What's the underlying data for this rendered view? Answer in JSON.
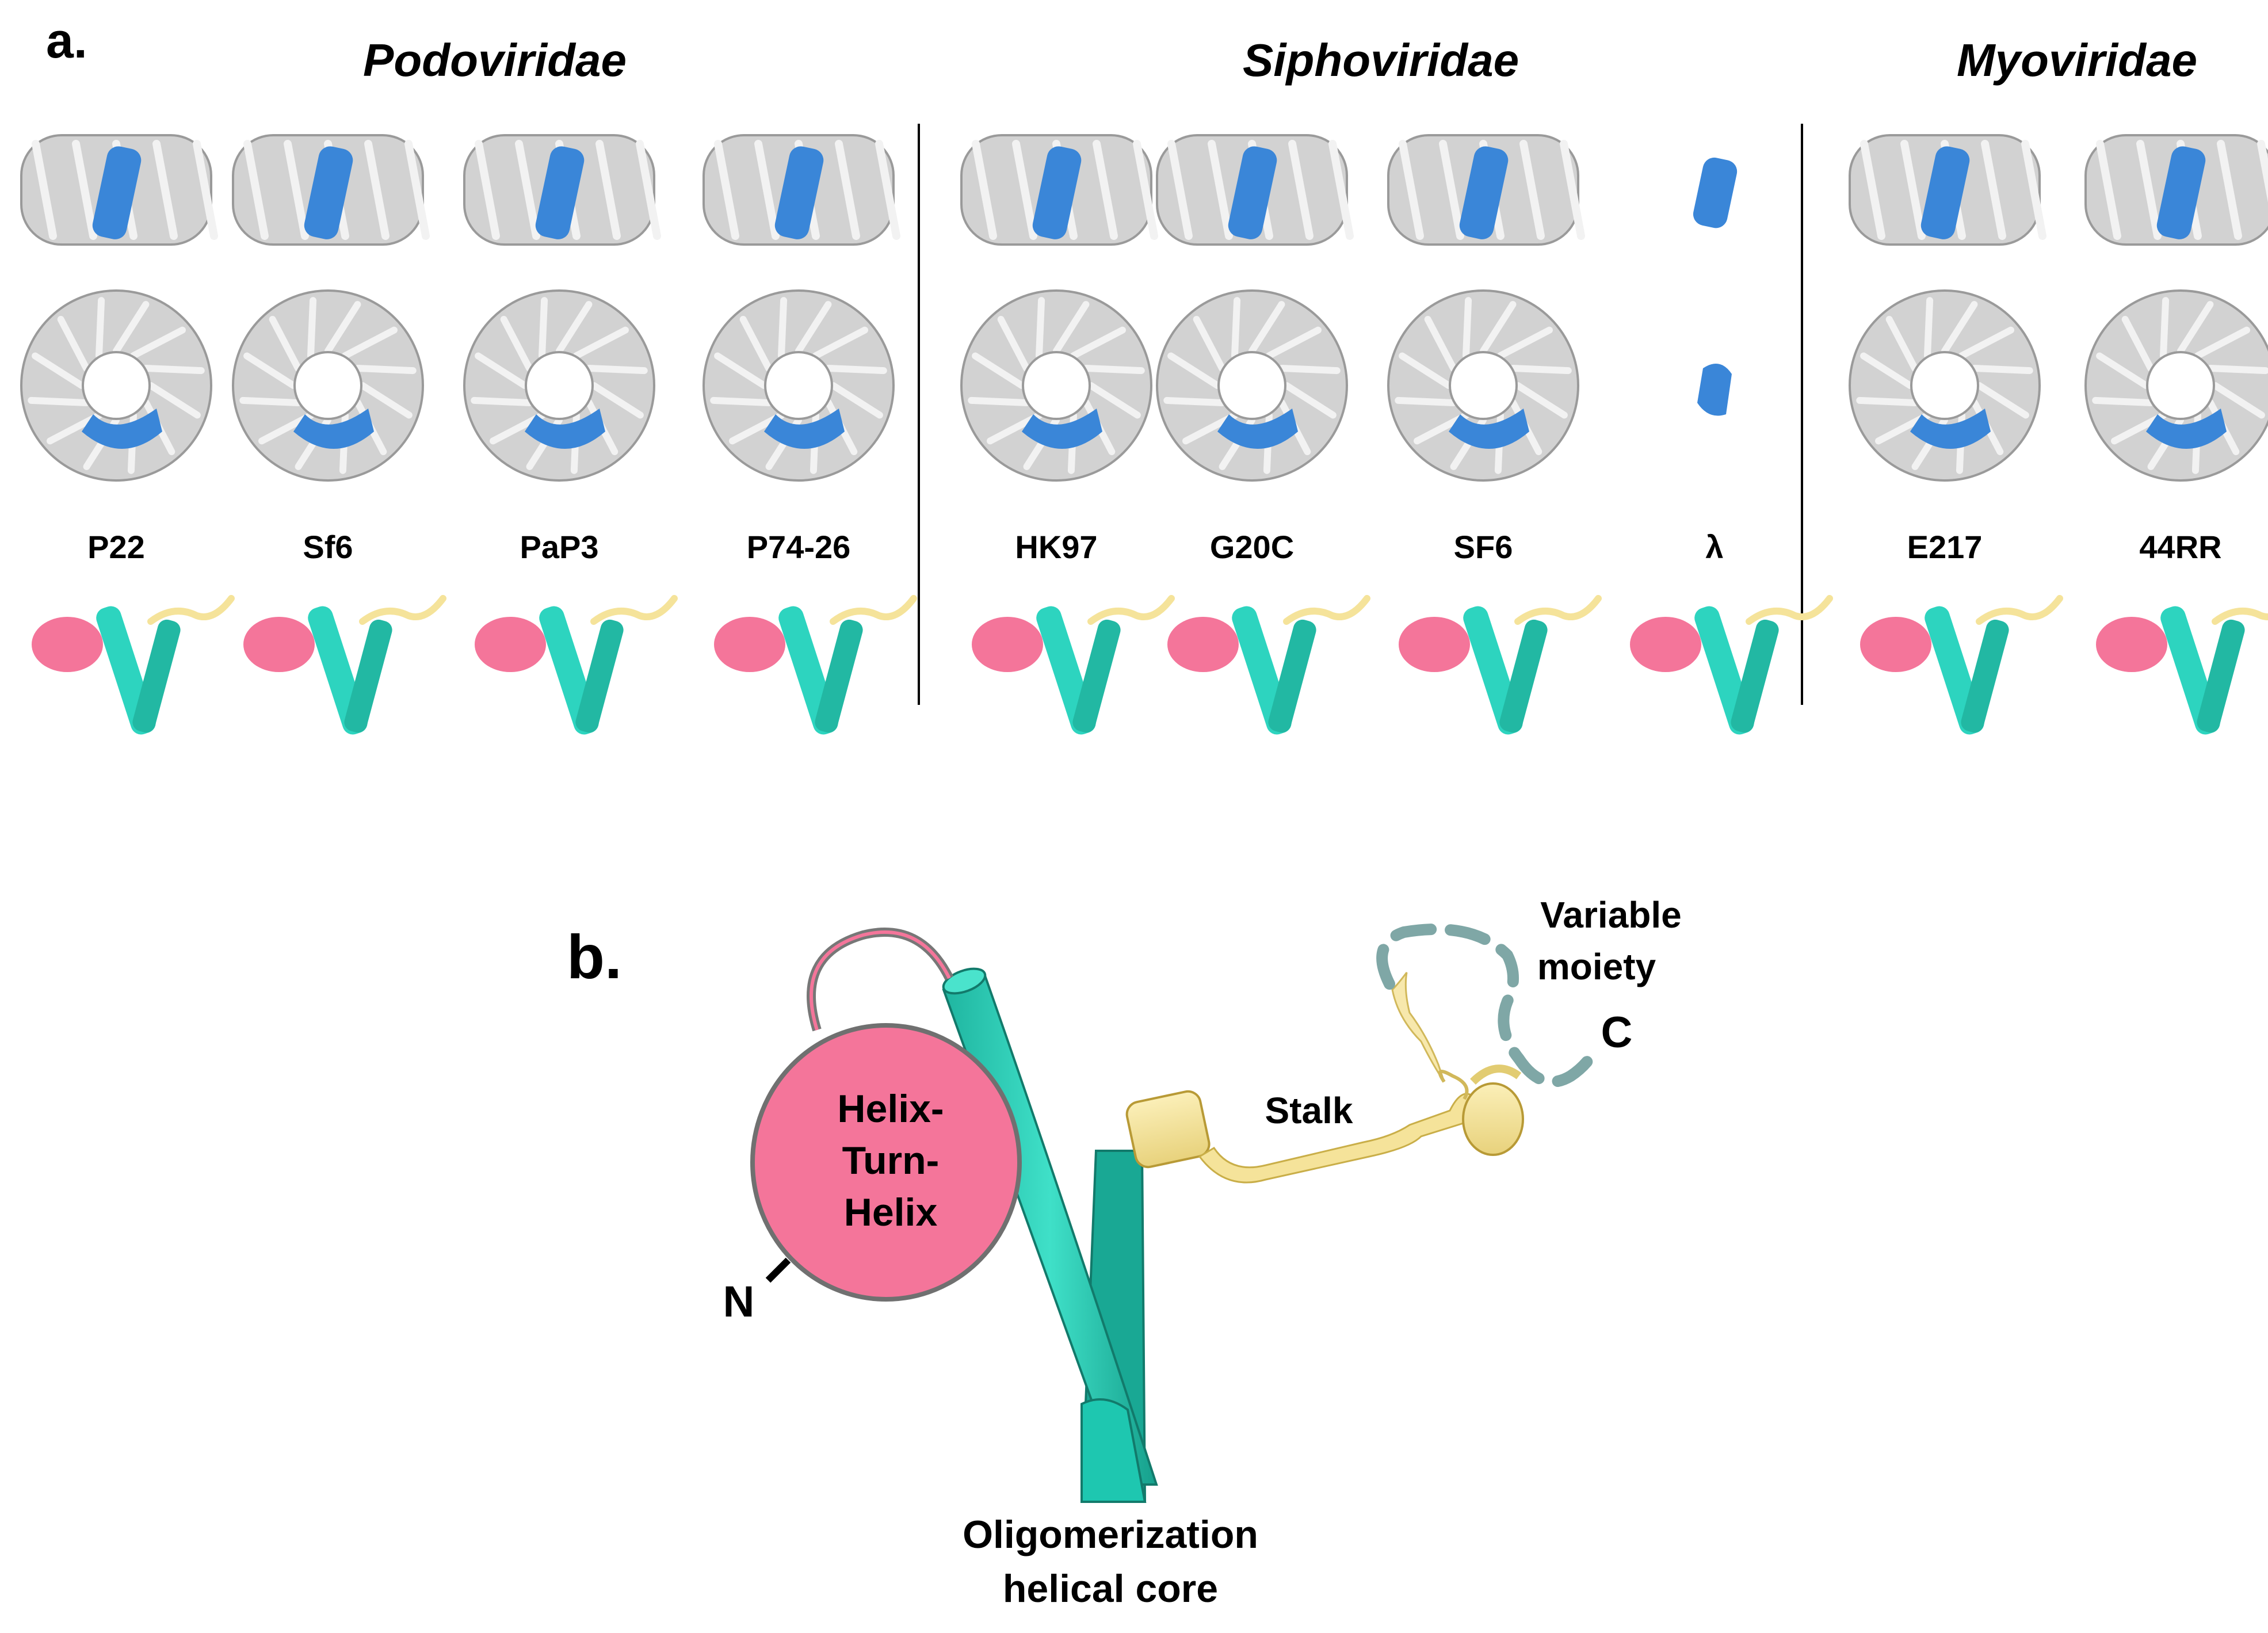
{
  "panel_a": {
    "label": "a.",
    "families": [
      {
        "name": "Podoviridae",
        "phages": [
          "P22",
          "Sf6",
          "PaP3",
          "P74-26"
        ]
      },
      {
        "name": "Siphoviridae",
        "phages": [
          "HK97",
          "G20C",
          "SF6",
          "λ"
        ]
      },
      {
        "name": "Myoviridae",
        "phages": [
          "E217",
          "44RR"
        ]
      }
    ]
  },
  "panel_b": {
    "label": "b.",
    "htt_lines": [
      "Helix-",
      "Turn-",
      "Helix"
    ],
    "n_terminus": "N",
    "c_terminus": "C",
    "stalk": "Stalk",
    "variable_lines": [
      "Variable",
      "moiety"
    ],
    "core_lines": [
      "Oligomerization",
      "helical core"
    ]
  },
  "colors": {
    "subunit_blue": "#3a86d8",
    "ring_grey": "#d2d2d2",
    "htt_pink": "#f4759a",
    "core_teal": "#2dd4bf",
    "stalk_yellow": "#f5e39a",
    "variable_dash": "#7fa7a6"
  }
}
